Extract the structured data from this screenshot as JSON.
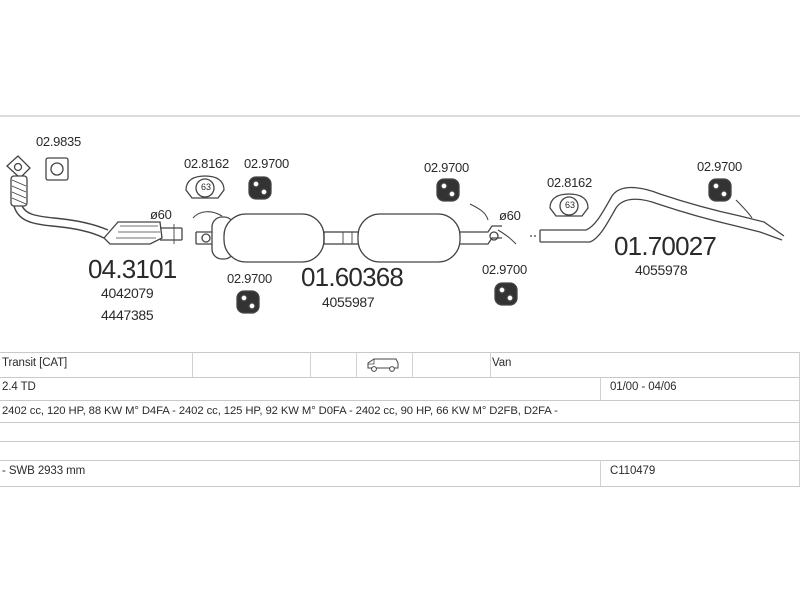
{
  "parts": {
    "gasket_top": "02.9835",
    "clamp_left": "02.8162",
    "hanger_left_top": "02.9700",
    "hanger_mid_top": "02.9700",
    "clamp_right": "02.8162",
    "hanger_right_top": "02.9700",
    "hanger_left_bottom": "02.9700",
    "hanger_mid_bottom": "02.9700",
    "clamp_left_size": "63",
    "clamp_right_size": "63",
    "diam_left": "ø60",
    "diam_right": "ø60",
    "cat_part": "04.3101",
    "cat_oe1": "4042079",
    "cat_oe2": "4447385",
    "mid_part": "01.60368",
    "mid_oe": "4055987",
    "rear_part": "01.70027",
    "rear_oe": "4055978"
  },
  "table": {
    "model": "Transit  [CAT]",
    "body": "Van",
    "engine": "2.4 TD",
    "years": "01/00 - 04/06",
    "engine_codes": "2402 cc, 120 HP, 88 KW M° D4FA - 2402 cc, 125 HP, 92 KW M° D0FA - 2402 cc, 90 HP, 66 KW M° D2FB, D2FA -",
    "wheelbase": "- SWB 2933 mm",
    "ref": "C110479"
  }
}
